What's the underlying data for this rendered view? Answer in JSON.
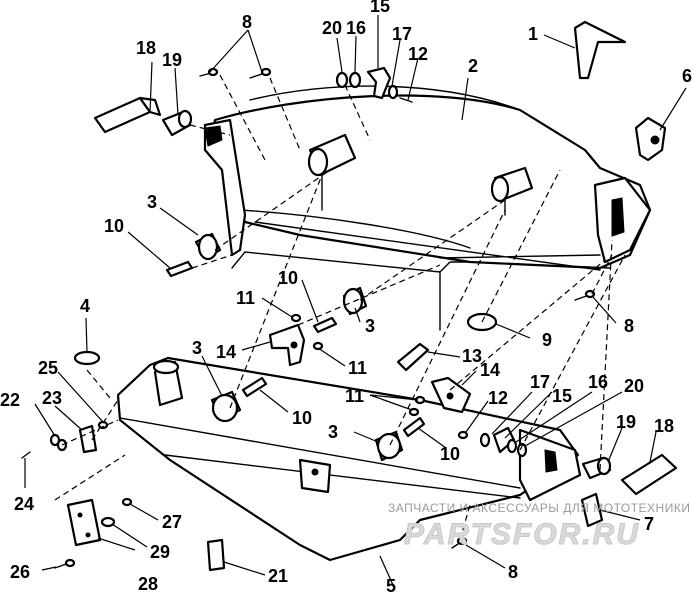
{
  "diagram": {
    "callouts": [
      {
        "id": "c1",
        "text": "1"
      },
      {
        "id": "c2",
        "text": "2"
      },
      {
        "id": "c3a",
        "text": "3"
      },
      {
        "id": "c3b",
        "text": "3"
      },
      {
        "id": "c3c",
        "text": "3"
      },
      {
        "id": "c3d",
        "text": "3"
      },
      {
        "id": "c4",
        "text": "4"
      },
      {
        "id": "c5",
        "text": "5"
      },
      {
        "id": "c6",
        "text": "6"
      },
      {
        "id": "c7",
        "text": "7"
      },
      {
        "id": "c8a",
        "text": "8"
      },
      {
        "id": "c8b",
        "text": "8"
      },
      {
        "id": "c8c",
        "text": "8"
      },
      {
        "id": "c9",
        "text": "9"
      },
      {
        "id": "c10a",
        "text": "10"
      },
      {
        "id": "c10b",
        "text": "10"
      },
      {
        "id": "c10c",
        "text": "10"
      },
      {
        "id": "c10d",
        "text": "10"
      },
      {
        "id": "c11a",
        "text": "11"
      },
      {
        "id": "c11b",
        "text": "11"
      },
      {
        "id": "c11c",
        "text": "11"
      },
      {
        "id": "c12a",
        "text": "12"
      },
      {
        "id": "c12b",
        "text": "12"
      },
      {
        "id": "c13",
        "text": "13"
      },
      {
        "id": "c14a",
        "text": "14"
      },
      {
        "id": "c14b",
        "text": "14"
      },
      {
        "id": "c15a",
        "text": "15"
      },
      {
        "id": "c15b",
        "text": "15"
      },
      {
        "id": "c16a",
        "text": "16"
      },
      {
        "id": "c16b",
        "text": "16"
      },
      {
        "id": "c17a",
        "text": "17"
      },
      {
        "id": "c17b",
        "text": "17"
      },
      {
        "id": "c18a",
        "text": "18"
      },
      {
        "id": "c18b",
        "text": "18"
      },
      {
        "id": "c19a",
        "text": "19"
      },
      {
        "id": "c19b",
        "text": "19"
      },
      {
        "id": "c20a",
        "text": "20"
      },
      {
        "id": "c20b",
        "text": "20"
      },
      {
        "id": "c21",
        "text": "21"
      },
      {
        "id": "c22",
        "text": "22"
      },
      {
        "id": "c23",
        "text": "23"
      },
      {
        "id": "c24",
        "text": "24"
      },
      {
        "id": "c25",
        "text": "25"
      },
      {
        "id": "c26",
        "text": "26"
      },
      {
        "id": "c27",
        "text": "27"
      },
      {
        "id": "c28",
        "text": "28"
      },
      {
        "id": "c29",
        "text": "29"
      }
    ]
  },
  "watermark": {
    "caption": "ЗАПЧАСТИ И АКСЕССУАРЫ ДЛЯ МОТОТЕХНИКИ",
    "logo": "PARTSFOR.RU",
    "color": "#c8c8c8"
  }
}
